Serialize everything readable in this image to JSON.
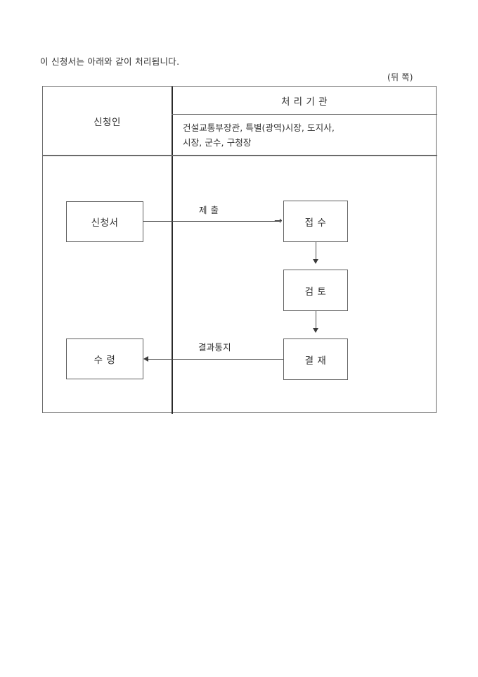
{
  "document": {
    "intro_text": "이 신청서는 아래와 같이 처리됩니다.",
    "page_marker": "(뒤  쪽)"
  },
  "table": {
    "applicant_column_header": "신청인",
    "agency_column_header": "처 리 기 관",
    "agency_list_line1": "건설교통부장관, 특별(광역)시장, 도지사,",
    "agency_list_line2": "시장, 군수, 구청장"
  },
  "flow": {
    "nodes": [
      {
        "id": "application-form",
        "label": "신청서"
      },
      {
        "id": "receipt",
        "label": "접  수"
      },
      {
        "id": "review",
        "label": "검  토"
      },
      {
        "id": "approval",
        "label": "결  재"
      },
      {
        "id": "pickup",
        "label": "수  령"
      }
    ],
    "edges": [
      {
        "id": "submit",
        "label": "제  출",
        "direction": "right"
      },
      {
        "id": "receipt-to-review",
        "label": "",
        "direction": "down"
      },
      {
        "id": "review-to-approval",
        "label": "",
        "direction": "down"
      },
      {
        "id": "result-notice",
        "label": "결과통지",
        "direction": "left"
      }
    ],
    "arrow_right_glyph": "→"
  },
  "colors": {
    "text": "#2f2f2f",
    "table_border": "#6b6b6b",
    "divider": "#2a2a2a",
    "node_border": "#5f5f5f",
    "connector": "#4a4a4a",
    "background": "#ffffff"
  }
}
